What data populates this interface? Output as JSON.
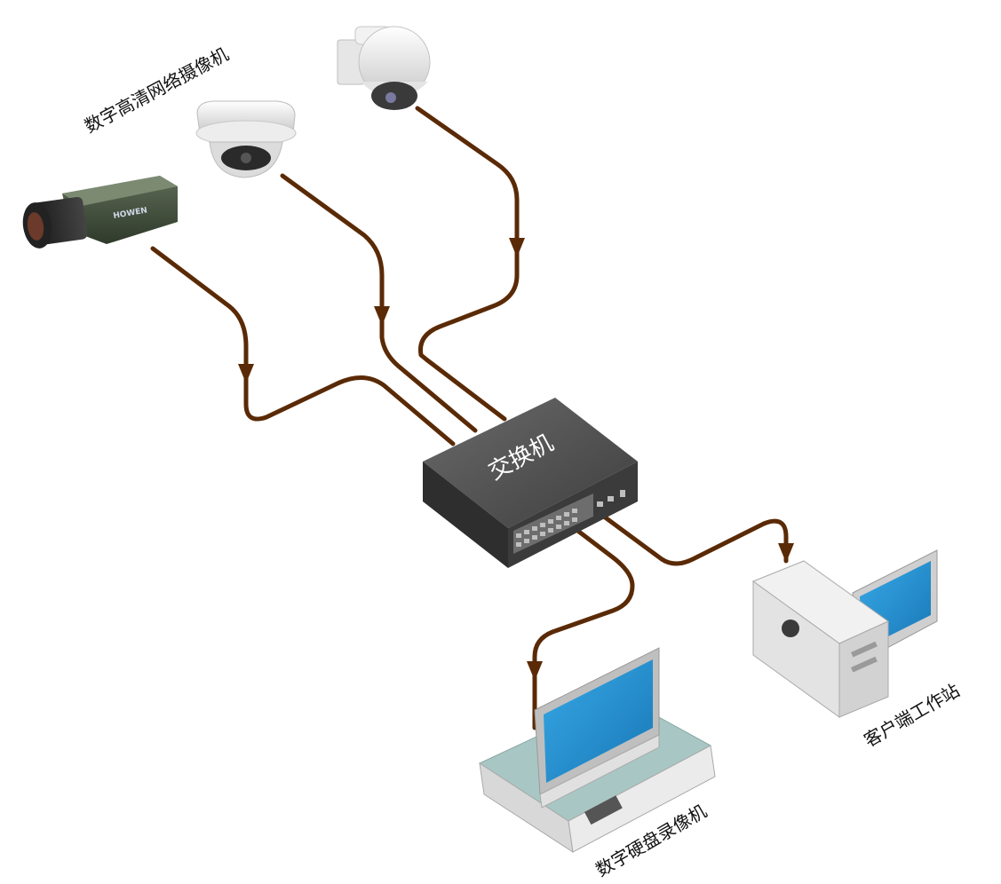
{
  "labels": {
    "cameras": "数字高清网络摄像机",
    "switch": "交换机",
    "nvr": "数字硬盘录像机",
    "workstation": "客户端工作站",
    "camera_brand": "HOWEN"
  },
  "colors": {
    "cable": "#5a2a06",
    "switch_body": "#4a4a4a",
    "screen": "#1f8fd0",
    "nvr_top": "#a8c7c4"
  },
  "icons": [
    "box-camera-icon",
    "dome-camera-icon",
    "ptz-camera-icon",
    "network-switch-icon",
    "nvr-icon",
    "monitor-icon",
    "pc-tower-icon"
  ]
}
